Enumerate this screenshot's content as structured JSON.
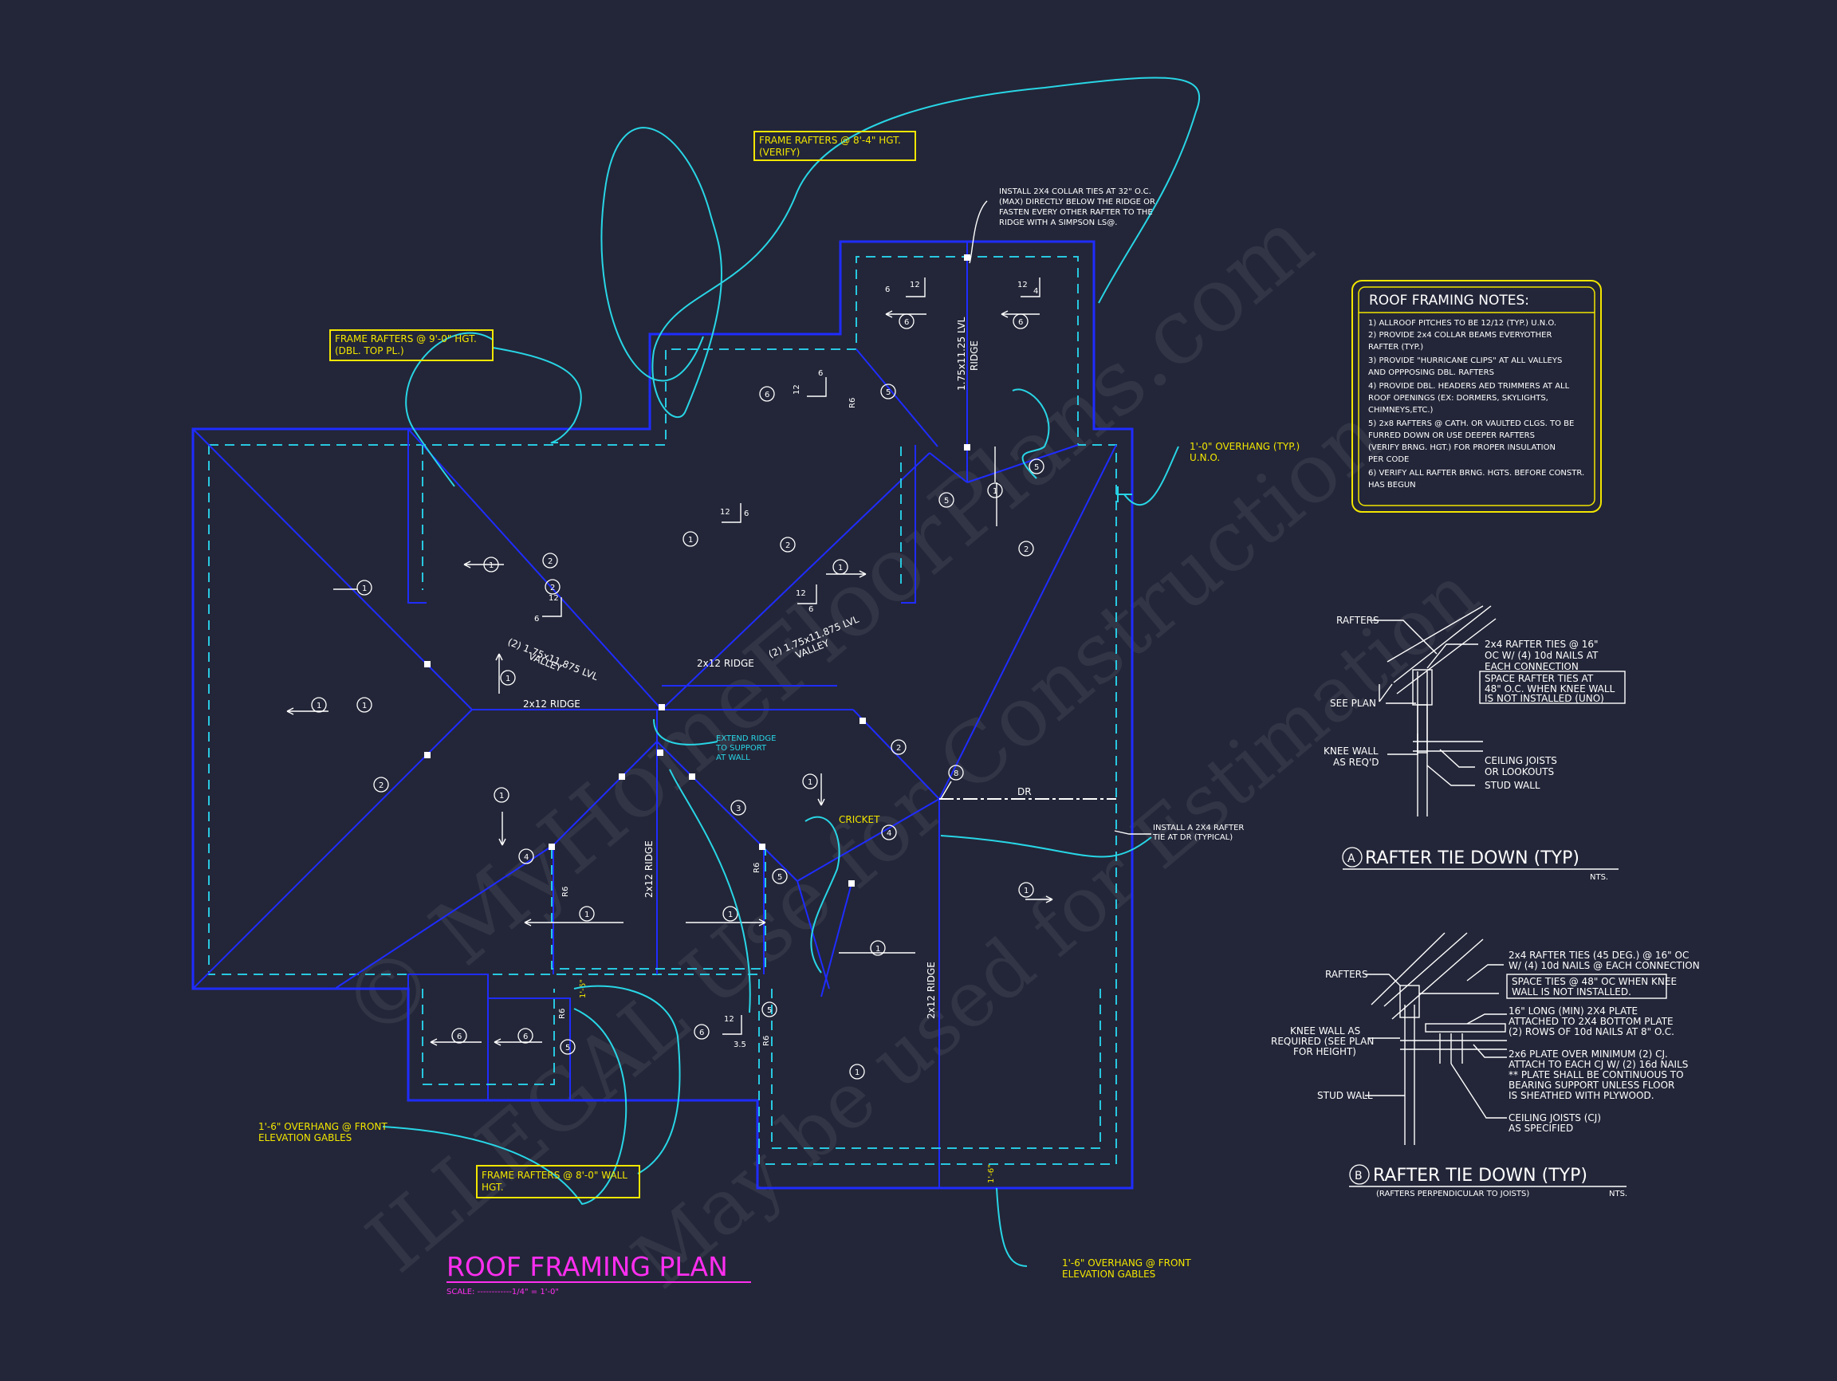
{
  "plan": {
    "title": "ROOF FRAMING PLAN",
    "scale": "SCALE: ------------1/4\" = 1'-0\""
  },
  "callouts": {
    "frame_8_4": [
      "FRAME RAFTERS @ 8'-4\" HGT.",
      "(VERIFY)"
    ],
    "frame_9_0": [
      "FRAME RAFTERS @ 9'-0\" HGT.",
      "(DBL. TOP PL.)"
    ],
    "frame_8_0": [
      "FRAME RAFTERS @ 8'-0\" WALL",
      "HGT."
    ],
    "collar_ties": [
      "INSTALL 2X4 COLLAR TIES AT 32\" O.C.",
      "(MAX) DIRECTLY BELOW THE RIDGE OR",
      "FASTEN EVERY OTHER RAFTER TO THE",
      "RIDGE WITH A SIMPSON LS@."
    ],
    "overhang_typ": [
      "1'-0\" OVERHANG (TYP.)",
      "U.N.O."
    ],
    "overhang_front_left": [
      "1'-6\" OVERHANG @ FRONT",
      "ELEVATION GABLES"
    ],
    "overhang_front_right": [
      "1'-6\" OVERHANG @ FRONT",
      "ELEVATION GABLES"
    ],
    "extend_ridge": [
      "EXTEND RIDGE",
      "TO SUPPORT",
      "AT WALL"
    ],
    "cricket": "CRICKET",
    "rafter_tie_dr": [
      "INSTALL A 2X4 RAFTER",
      "TIE AT DR (TYPICAL)"
    ]
  },
  "plan_labels": {
    "ridge_2x12_a": "2x12 RIDGE",
    "ridge_2x12_b": "2x12 RIDGE",
    "ridge_2x12_v1": "2x12 RIDGE",
    "ridge_2x12_v2": "2x12 RIDGE",
    "lvl_ridge": [
      "1.75x11.25 LVL",
      "RIDGE"
    ],
    "valley_left": [
      "(2) 1.75x11.875 LVL",
      "VALLEY"
    ],
    "valley_right": [
      "(2) 1.75x11.875 LVL",
      "VALLEY"
    ],
    "dr": "DR",
    "r8": "8",
    "pitch_rise": "12",
    "pitches": [
      "6",
      "6",
      "6",
      "6",
      "4",
      "6",
      "3.5"
    ],
    "r6": "R6",
    "overhang_dim": "1'-6\""
  },
  "notes": {
    "title": "ROOF FRAMING NOTES:",
    "items": [
      "1) ALLROOF PITCHES TO BE  12/12 (TYP.) U.N.O.",
      "2) PROVIDE 2x4 COLLAR BEAMS EVERYOTHER",
      "    RAFTER (TYP.)",
      "3) PROVIDE \"HURRICANE CLIPS\" AT ALL VALLEYS",
      "    AND OPPPOSING DBL. RAFTERS",
      "4) PROVIDE DBL. HEADERS AED TRIMMERS AT ALL",
      "    ROOF OPENINGS (EX: DORMERS, SKYLIGHTS,",
      "    CHIMNEYS,ETC.)",
      "5) 2x8 RAFTERS @ CATH. OR VAULTED CLGS. TO BE",
      "    FURRED DOWN OR USE DEEPER RAFTERS",
      "    (VERIFY BRNG. HGT.) FOR PROPER INSULATION",
      "    PER CODE",
      "6) VERIFY ALL RAFTER BRNG. HGTS. BEFORE CONSTR.",
      "    HAS BEGUN"
    ]
  },
  "detail_a": {
    "letter": "A",
    "title": "RAFTER TIE DOWN (TYP)",
    "nts": "NTS.",
    "rafters": "RAFTERS",
    "see_plan": "SEE PLAN",
    "knee_wall": [
      "KNEE WALL",
      "AS REQ'D"
    ],
    "ties": [
      "2x4 RAFTER TIES @ 16\"",
      "OC W/ (4) 10d NAILS AT",
      "EACH CONNECTION"
    ],
    "space": [
      "SPACE RAFTER TIES AT",
      "48\" O.C. WHEN KNEE WALL",
      "IS NOT INSTALLED (UNO)"
    ],
    "ceiling": [
      "CEILING JOISTS",
      "OR LOOKOUTS"
    ],
    "stud_wall": "STUD WALL"
  },
  "detail_b": {
    "letter": "B",
    "title": "RAFTER TIE DOWN (TYP)",
    "subtitle": "(RAFTERS PERPENDICULAR TO JOISTS)",
    "nts": "NTS.",
    "rafters": "RAFTERS",
    "knee_wall": [
      "KNEE WALL AS",
      "REQUIRED (SEE PLAN",
      "FOR HEIGHT)"
    ],
    "stud_wall": "STUD WALL",
    "ties": [
      "2x4 RAFTER TIES (45 DEG.) @ 16\" OC",
      "W/ (4) 10d NAILS @ EACH CONNECTION"
    ],
    "space": [
      "SPACE TIES @ 48\" OC WHEN KNEE",
      "WALL IS NOT INSTALLED."
    ],
    "plate": [
      "16\" LONG (MIN) 2X4 PLATE",
      "ATTACHED TO 2X4 BOTTOM PLATE",
      "(2) ROWS OF 10d NAILS AT 8\" O.C."
    ],
    "plate2": [
      "2x6 PLATE OVER MINIMUM (2) CJ.",
      "ATTACH TO EACH CJ W/ (2) 16d NAILS",
      "** PLATE SHALL BE CONTINUOUS TO",
      "BEARING SUPPORT UNLESS FLOOR",
      "IS SHEATHED WITH PLYWOOD."
    ],
    "ceiling": [
      "CEILING JOISTS (CJ)",
      "AS SPECIFIED"
    ]
  },
  "watermark": [
    "© MyHomeFloorPlans.com",
    "ILLEGAL Use for Construction",
    "May be used for Estimation"
  ]
}
